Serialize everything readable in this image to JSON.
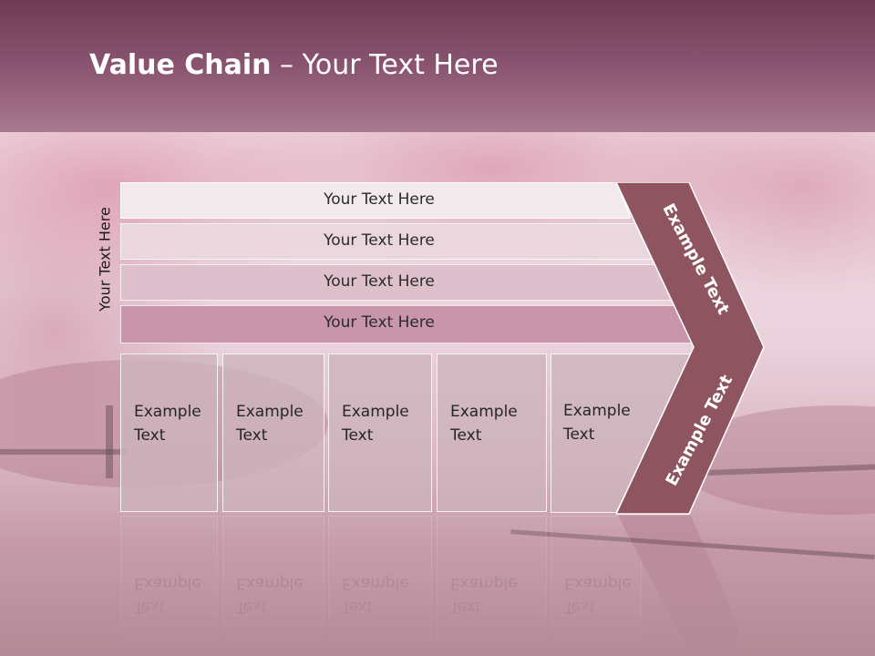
{
  "header": {
    "title_bold": "Value Chain",
    "title_rest": " – Your Text Here"
  },
  "side_label": "Your Text Here",
  "rows": [
    {
      "label": "Your Text Here",
      "color": "#f2e9ec"
    },
    {
      "label": "Your Text Here",
      "color": "#ead7de"
    },
    {
      "label": "Your Text Here",
      "color": "#dec0cc"
    },
    {
      "label": "Your Text Here",
      "color": "#c995ab"
    }
  ],
  "boxes": [
    {
      "line1": "Example",
      "line2": "Text"
    },
    {
      "line1": "Example",
      "line2": "Text"
    },
    {
      "line1": "Example",
      "line2": "Text"
    },
    {
      "line1": "Example",
      "line2": "Text"
    },
    {
      "line1": "Example",
      "line2": "Text"
    }
  ],
  "chevron": {
    "top_label": "Example Text",
    "bottom_label": "Example Text",
    "color": "#8e5560"
  }
}
